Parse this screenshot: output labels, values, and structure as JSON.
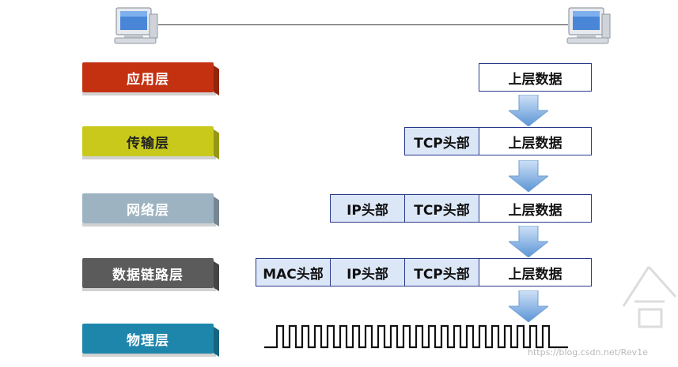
{
  "layers": [
    {
      "label": "应用层",
      "bg": "#c43111",
      "fg": "#ffffff"
    },
    {
      "label": "传输层",
      "bg": "#c8c91b",
      "fg": "#222222"
    },
    {
      "label": "网络层",
      "bg": "#9db3c2",
      "fg": "#ffffff"
    },
    {
      "label": "数据链路层",
      "bg": "#5b5b5b",
      "fg": "#ffffff"
    },
    {
      "label": "物理层",
      "bg": "#1f86ab",
      "fg": "#ffffff"
    }
  ],
  "packets": {
    "upper_data": "上层数据",
    "tcp_header": "TCP头部",
    "ip_header": "IP头部",
    "mac_header": "MAC头部"
  },
  "watermark": "https://blog.csdn.net/Rev1e",
  "icons": {
    "computer": "computer-icon",
    "arrow": "arrow-down-icon",
    "signal": "square-wave-icon"
  }
}
